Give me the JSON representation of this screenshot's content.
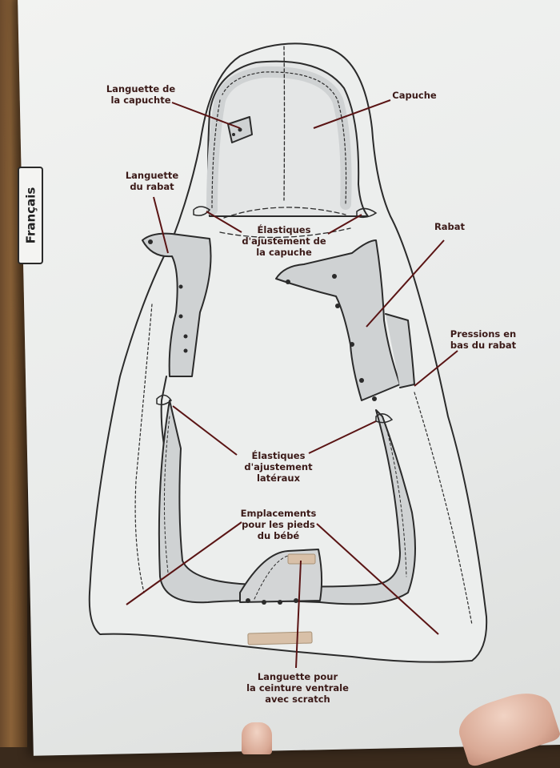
{
  "language_tab": "Français",
  "labels": {
    "hood_tab": "Languette de\nla capuchte",
    "hood": "Capuche",
    "flap_tab": "Languette\ndu rabat",
    "hood_elastics": "Élastiques\nd'ajustement de\nla capuche",
    "flap": "Rabat",
    "flap_snaps": "Pressions en\nbas du rabat",
    "side_elastics": "Élastiques\nd'ajustement\nlatéraux",
    "feet_openings": "Emplacements\npour les pieds\ndu bébé",
    "waist_tab": "Languette pour\nla ceinture ventrale\navec scratch"
  },
  "colors": {
    "label_text": "#3b1a18",
    "leader_line": "#5a1414",
    "outline": "#2b2b2b",
    "panel_fill": "#d9dbdc",
    "velcro": "#d8c0a8"
  }
}
